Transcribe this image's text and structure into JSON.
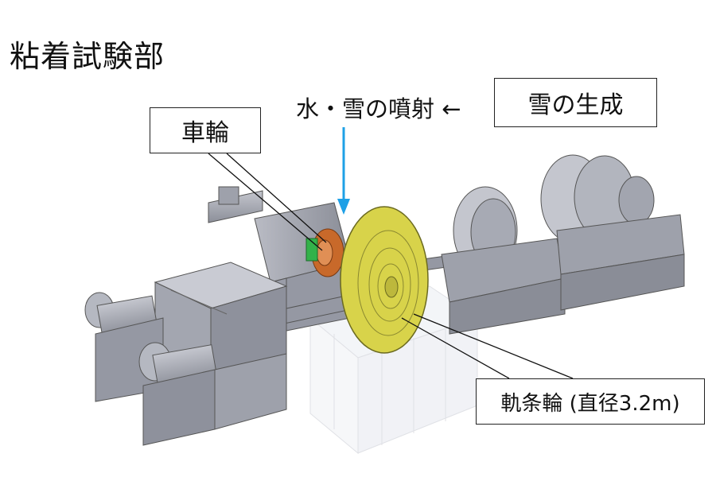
{
  "title": "粘着試験部",
  "labels": {
    "wheel": "車輪",
    "spray": "水・雪の噴射",
    "arrow": "←",
    "snow_generation": "雪の生成",
    "rail_wheel": "軌条輪 (直径3.2m)"
  },
  "colors": {
    "machine_gray": "#a7aab4",
    "rail_wheel_yellow": "#d8d34a",
    "wheel_orange": "#c8692a",
    "spray_arrow": "#1ea0e6",
    "wheel_green": "#33b24a"
  }
}
